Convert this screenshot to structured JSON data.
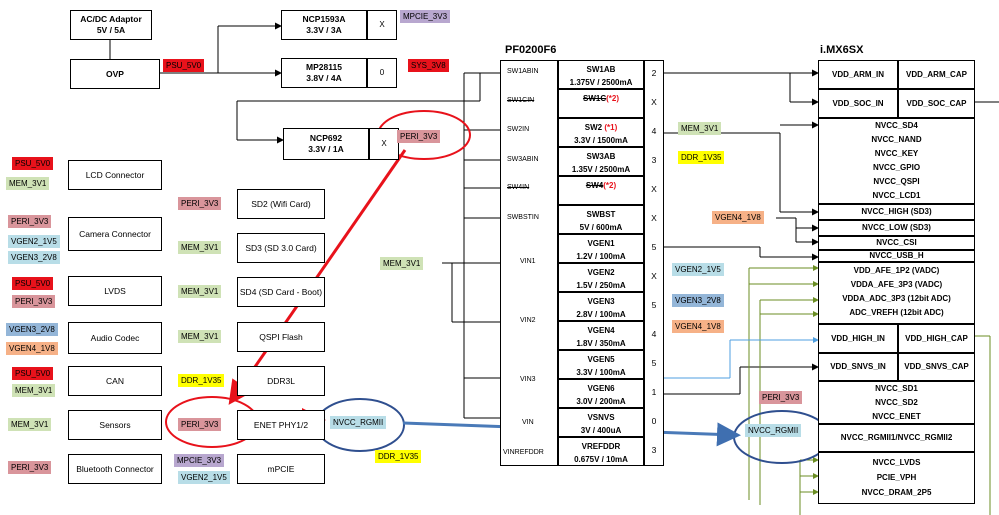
{
  "top_left": {
    "adaptor": {
      "l1": "AC/DC Adaptor",
      "l2": "5V / 5A"
    },
    "ovp": "OVP",
    "ncp1593a": {
      "l1": "NCP1593A",
      "l2": "3.3V / 3A"
    },
    "mp28115": {
      "l1": "MP28115",
      "l2": "3.8V / 4A"
    },
    "ncp692": {
      "l1": "NCP692",
      "l2": "3.3V / 1A"
    },
    "x1": "X",
    "zero": "0",
    "x2": "X",
    "tags": {
      "psu_5v0": "PSU_5V0",
      "mpcie_3v3": "MPCIE_3V3",
      "sys_3v8": "SYS_3V8",
      "peri_3v3": "PERI_3V3"
    }
  },
  "connectors": [
    {
      "label": "LCD Connector",
      "tags": [
        "PSU_5V0",
        "MEM_3V1"
      ]
    },
    {
      "label": "Camera Connector",
      "tags": [
        "PERI_3V3",
        "VGEN2_1V5",
        "VGEN3_2V8"
      ]
    },
    {
      "label": "LVDS",
      "tags": [
        "PSU_5V0",
        "PERI_3V3"
      ]
    },
    {
      "label": "Audio Codec",
      "tags": [
        "VGEN3_2V8",
        "VGEN4_1V8"
      ]
    },
    {
      "label": "CAN",
      "tags": [
        "PSU_5V0",
        "MEM_3V1"
      ]
    },
    {
      "label": "Sensors",
      "tags": [
        "MEM_3V1"
      ]
    },
    {
      "label": "Bluetooth Connector",
      "tags": [
        "PERI_3V3"
      ]
    }
  ],
  "middle": [
    {
      "tag": "PERI_3V3",
      "label": "SD2 (Wifi Card)"
    },
    {
      "tag": "MEM_3V1",
      "label": "SD3 (SD 3.0 Card)"
    },
    {
      "tag": "MEM_3V1",
      "label": "SD4 (SD Card - Boot)"
    },
    {
      "tag": "MEM_3V1",
      "label": "QSPI Flash"
    },
    {
      "tag": "DDR_1V35",
      "label": "DDR3L"
    },
    {
      "tag": "PERI_3V3",
      "label": "ENET PHY1/2"
    },
    {
      "tag": "MPCIE_3V3",
      "label": "mPCIE"
    }
  ],
  "middle_extra": {
    "vgen2": "VGEN2_1V5",
    "nvcc_rgmii": "NVCC_RGMII",
    "ddr_1v35_bottom": "DDR_1V35"
  },
  "pf0200": {
    "title": "PF0200F6",
    "pins": [
      "SW1ABIN",
      "SW1CIN",
      "SW2IN",
      "SW3ABIN",
      "SW4IN",
      "SWBSTIN",
      "VIN1",
      "VIN2",
      "VIN3",
      "VIN",
      "VINREFDDR"
    ],
    "rails": [
      {
        "l1": "SW1AB",
        "l2": "1.375V / 2500mA",
        "n": "2"
      },
      {
        "l1": "SW1C",
        "note": "(*2)",
        "l2": "",
        "n": "X"
      },
      {
        "l1": "SW2",
        "note": "(*1)",
        "l2": "3.3V / 1500mA",
        "n": "4"
      },
      {
        "l1": "SW3AB",
        "l2": "1.35V / 2500mA",
        "n": "3"
      },
      {
        "l1": "SW4",
        "note": "(*2)",
        "l2": "",
        "n": "X"
      },
      {
        "l1": "SWBST",
        "l2": "5V / 600mA",
        "n": "X"
      },
      {
        "l1": "VGEN1",
        "l2": "1.2V / 100mA",
        "n": "5"
      },
      {
        "l1": "VGEN2",
        "l2": "1.5V / 250mA",
        "n": "X"
      },
      {
        "l1": "VGEN3",
        "l2": "2.8V / 100mA",
        "n": "5"
      },
      {
        "l1": "VGEN4",
        "l2": "1.8V / 350mA",
        "n": "4"
      },
      {
        "l1": "VGEN5",
        "l2": "3.3V / 100mA",
        "n": "5"
      },
      {
        "l1": "VGEN6",
        "l2": "3.0V / 200mA",
        "n": "1"
      },
      {
        "l1": "VSNVS",
        "l2": "3V / 400uA",
        "n": "0"
      },
      {
        "l1": "VREFDDR",
        "l2": "0.675V / 10mA",
        "n": "3"
      }
    ],
    "mem_3v1_in": "MEM_3V1"
  },
  "right_tags": {
    "mem_3v1": "MEM_3V1",
    "ddr_1v35": "DDR_1V35",
    "vgen4_1v8": "VGEN4_1V8",
    "vgen2_1v5": "VGEN2_1V5",
    "vgen3_2v8": "VGEN3_2V8",
    "vgen4_1v8_b": "VGEN4_1V8",
    "peri_3v3": "PERI_3V3",
    "nvcc_rgmii": "NVCC_RGMII"
  },
  "imx": {
    "title": "i.MX6SX",
    "r1a": "VDD_ARM_IN",
    "r1b": "VDD_ARM_CAP",
    "r2a": "VDD_SOC_IN",
    "r2b": "VDD_SOC_CAP",
    "g1": [
      "NVCC_SD4",
      "NVCC_NAND",
      "NVCC_KEY",
      "NVCC_GPIO",
      "NVCC_QSPI",
      "NVCC_LCD1"
    ],
    "high": "NVCC_HIGH (SD3)",
    "low": "NVCC_LOW (SD3)",
    "csi": "NVCC_CSI",
    "usbh": "NVCC_USB_H",
    "afe": [
      "VDD_AFE_1P2 (VADC)",
      "VDDA_AFE_3P3 (VADC)",
      "VDDA_ADC_3P3 (12bit ADC)",
      "ADC_VREFH (12bit ADC)"
    ],
    "hi1": "VDD_HIGH_IN",
    "hi2": "VDD_HIGH_CAP",
    "sn1": "VDD_SNVS_IN",
    "sn2": "VDD_SNVS_CAP",
    "g2": [
      "NVCC_SD1",
      "NVCC_SD2",
      "NVCC_ENET"
    ],
    "rgmii": "NVCC_RGMII1/NVCC_RGMII2",
    "g3": [
      "NVCC_LVDS",
      "PCIE_VPH",
      "NVCC_DRAM_2P5"
    ]
  }
}
